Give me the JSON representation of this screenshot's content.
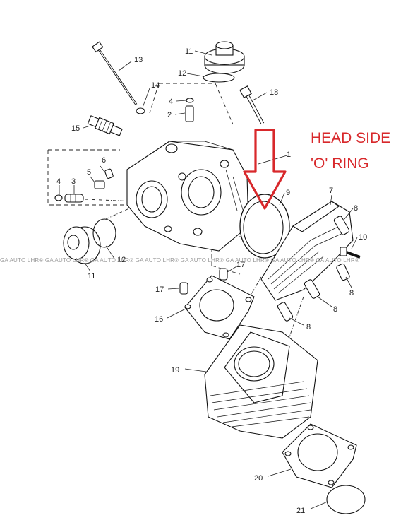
{
  "callout": {
    "line1": "HEAD SIDE",
    "line2": "'O' RING",
    "color": "#d8282b"
  },
  "watermark": "GA AUTO LHR® GA AUTO LHR® GA AUTO LHR® GA AUTO LHR® GA AUTO LHR® GA AUTO LHR® GA AUTO LHR® GA AUTO LHR®",
  "labels": {
    "p1": "1",
    "p2": "2",
    "p3": "3",
    "p4a": "4",
    "p4b": "4",
    "p5": "5",
    "p6": "6",
    "p7": "7",
    "p8a": "8",
    "p8b": "8",
    "p8c": "8",
    "p8d": "8",
    "p9": "9",
    "p10": "10",
    "p11a": "11",
    "p11b": "11",
    "p12a": "12",
    "p12b": "12",
    "p13": "13",
    "p14": "14",
    "p15": "15",
    "p16": "16",
    "p17a": "17",
    "p17b": "17",
    "p18": "18",
    "p19": "19",
    "p20": "20",
    "p21": "21"
  }
}
